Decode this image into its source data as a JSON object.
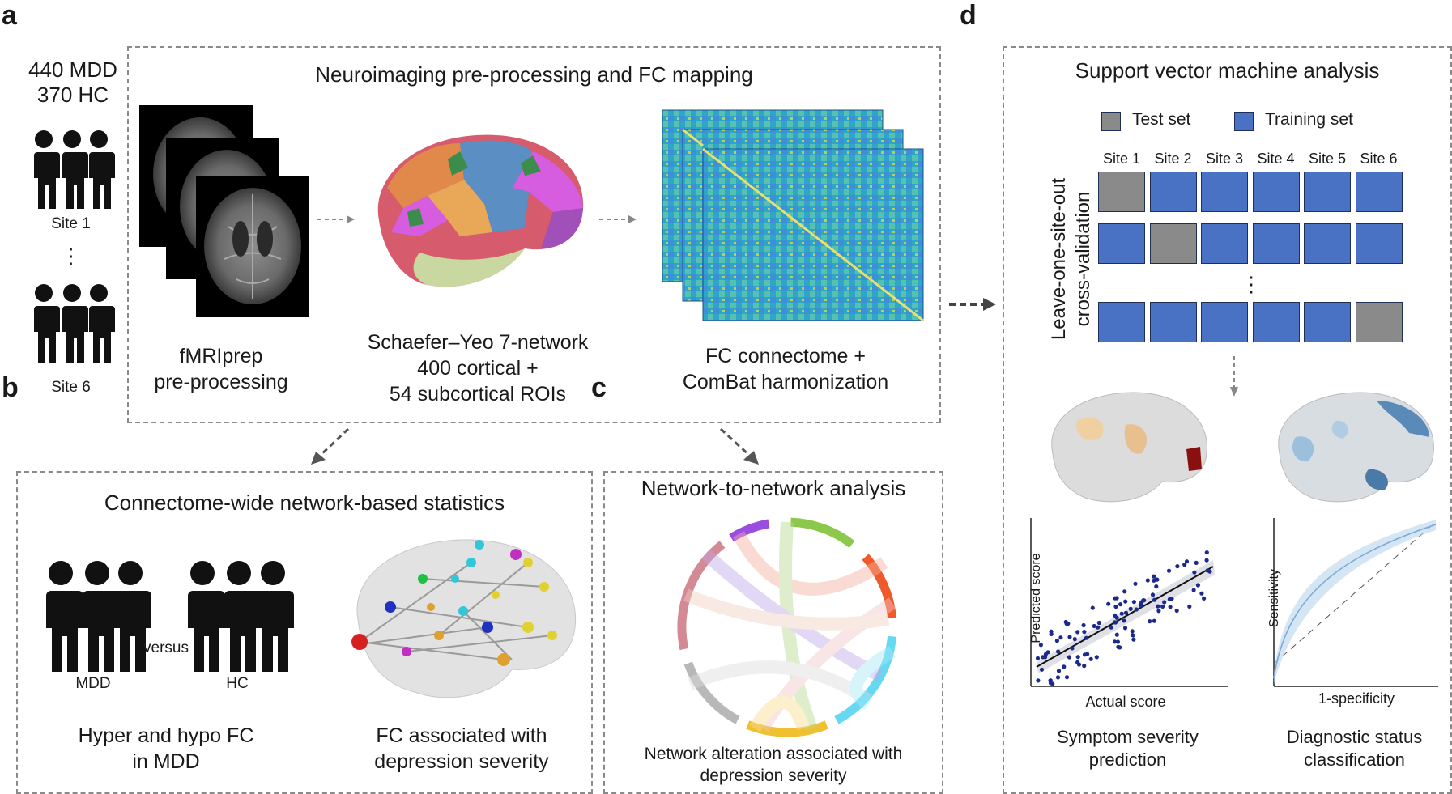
{
  "panels": {
    "a": "a",
    "b": "b",
    "c": "c",
    "d": "d"
  },
  "cohort": {
    "mdd": "440 MDD",
    "hc": "370 HC",
    "site_first": "Site 1",
    "ellipsis": "⋮",
    "site_last": "Site 6"
  },
  "panel_a": {
    "title": "Neuroimaging pre-processing and FC mapping",
    "step1": [
      "fMRIprep",
      "pre-processing"
    ],
    "step2": [
      "Schaefer–Yeo 7-network",
      "400 cortical +",
      "54 subcortical ROIs"
    ],
    "step3": [
      "FC connectome +",
      "ComBat harmonization"
    ]
  },
  "panel_b": {
    "title": "Connectome-wide network-based statistics",
    "group1": "MDD",
    "versus": "versus",
    "group2": "HC",
    "caption1": [
      "Hyper and hypo FC",
      "in MDD"
    ],
    "caption2": [
      "FC associated with",
      "depression severity"
    ]
  },
  "panel_c": {
    "title": "Network-to-network analysis",
    "caption": [
      "Network alteration associated with",
      "depression severity"
    ],
    "arc_colors": [
      "#9a4ee0",
      "#8cc84b",
      "#f05a2a",
      "#66d9f2",
      "#f0c030",
      "#b8b8b8",
      "#d48a94"
    ]
  },
  "panel_d": {
    "title": "Support vector machine analysis",
    "legend_test": "Test set",
    "legend_train": "Training set",
    "cv_label": [
      "Leave-one-site-out",
      "cross-validation"
    ],
    "sites": [
      "Site 1",
      "Site 2",
      "Site 3",
      "Site 4",
      "Site 5",
      "Site 6"
    ],
    "rows": [
      [
        1,
        0,
        0,
        0,
        0,
        0
      ],
      [
        0,
        1,
        0,
        0,
        0,
        0
      ],
      [
        0,
        0,
        0,
        0,
        0,
        1
      ]
    ],
    "row_ellipsis": "⋮",
    "scatter": {
      "ylabel": "Predicted score",
      "xlabel": "Actual score"
    },
    "roc": {
      "ylabel": "Sensitivity",
      "xlabel": "1-specificity"
    },
    "caption1": [
      "Symptom severity",
      "prediction"
    ],
    "caption2": [
      "Diagnostic status",
      "classification"
    ],
    "colors": {
      "test": "#8a8a8a",
      "train": "#4a72c4"
    }
  }
}
